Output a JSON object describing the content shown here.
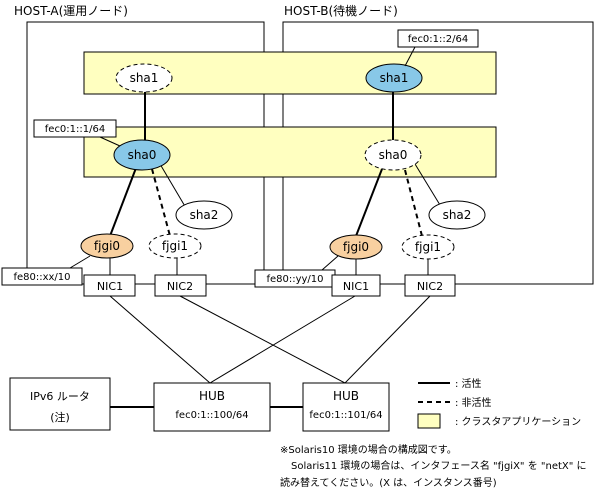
{
  "hosts": {
    "a_title": "HOST-A(運用ノード)",
    "b_title": "HOST-B(待機ノード)"
  },
  "interfaces": {
    "sha1_a": "sha1",
    "sha1_b": "sha1",
    "sha0_a": "sha0",
    "sha0_b": "sha0",
    "sha2_a": "sha2",
    "sha2_b": "sha2",
    "fjgi0_a": "fjgi0",
    "fjgi1_a": "fjgi1",
    "fjgi0_b": "fjgi0",
    "fjgi1_b": "fjgi1"
  },
  "addresses": {
    "sha1_b": "fec0:1::2/64",
    "sha0_a": "fec0:1::1/64",
    "fjgi0_a": "fe80::xx/10",
    "fjgi0_b": "fe80::yy/10",
    "hub1": "fec0:1::100/64",
    "hub2": "fec0:1::101/64"
  },
  "nics": {
    "a1": "NIC1",
    "a2": "NIC2",
    "b1": "NIC1",
    "b2": "NIC2"
  },
  "hubs": {
    "hub1": "HUB",
    "hub2": "HUB"
  },
  "router": {
    "line1": "IPv6 ルータ",
    "line2": "(注)"
  },
  "legend": {
    "active": ": 活性",
    "inactive": ": 非活性",
    "cluster_app": ": クラスタアプリケーション"
  },
  "notes": {
    "line1": "※Solaris10 環境の場合の構成図です。",
    "line2": "Solaris11 環境の場合は、インタフェース名 \"fjgiX\" を \"netX\" に",
    "line3": "読み替えてください。(X は、インスタンス番号)"
  },
  "colors": {
    "cluster_fill": "#ffffc0",
    "active_fill": "#88c8e8",
    "fjgi0_fill": "#f8d0a0"
  }
}
